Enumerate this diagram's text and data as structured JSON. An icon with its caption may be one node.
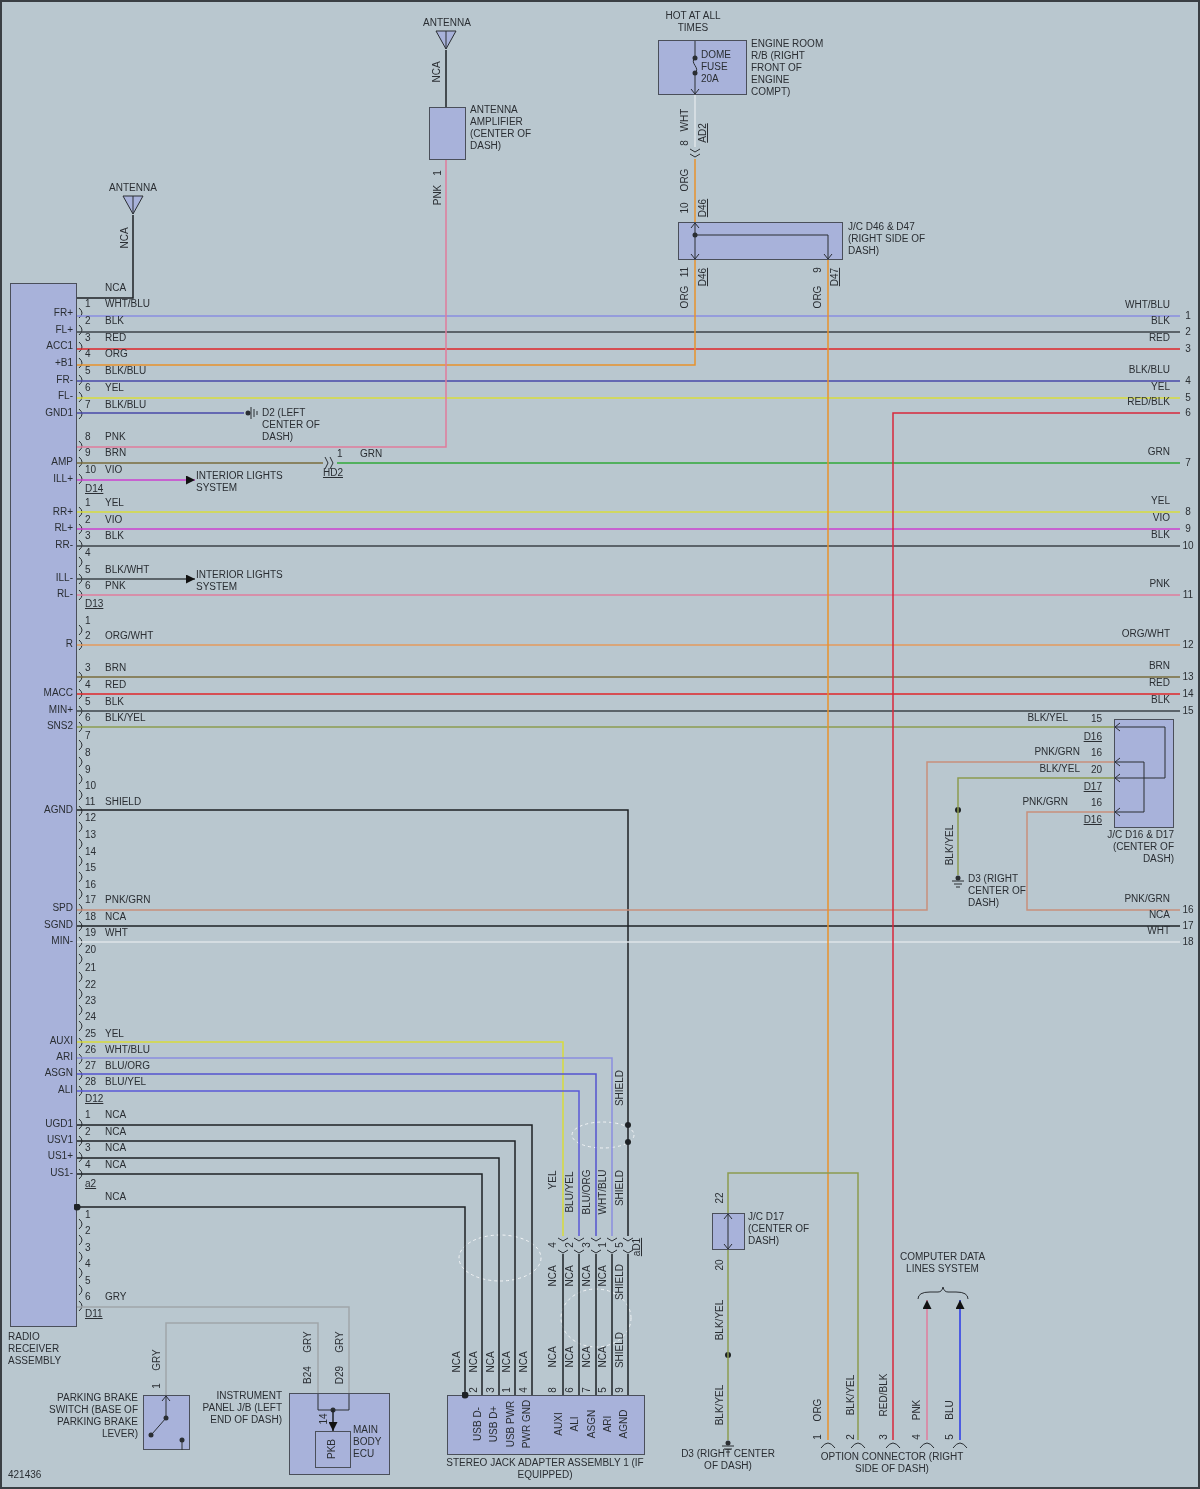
{
  "diagram": {
    "nodes": [
      {
        "text": [
          "RADIO RECEIVER ASSEMBLY",
          "FR+",
          "FL+",
          "ACC1",
          "+B1",
          "FR-",
          "FL-",
          "GND1",
          "AMP",
          "ILL+",
          "RR+",
          "RL+",
          "RR-",
          "ILL-",
          "RL-",
          "R",
          "MACC",
          "MIN+",
          "SNS2",
          "AGND",
          "SPD",
          "SGND",
          "MIN-",
          "AUXI",
          "ARI",
          "ASGN",
          "ALI",
          "UGD1",
          "USV1",
          "US1+",
          "US1-"
        ]
      },
      {
        "text": [
          "ANTENNA"
        ]
      },
      {
        "text": [
          "ANTENNA"
        ]
      },
      {
        "text": [
          "ANTENNA AMPLIFIER (CENTER OF DASH)"
        ]
      },
      {
        "text": [
          "DOME FUSE 20A",
          "ENGINE ROOM R/B (RIGHT FRONT OF ENGINE COMPT)"
        ],
        "beside": [
          "HOT AT ALL TIMES"
        ]
      },
      {
        "text": [
          "AD2"
        ]
      },
      {
        "text": [
          "J/C D46 & D47 (RIGHT SIDE OF DASH)"
        ]
      },
      {
        "text": [
          "D2 (LEFT CENTER OF DASH)"
        ]
      },
      {
        "text": [
          "HD2"
        ]
      },
      {
        "text": [
          "INTERIOR LIGHTS SYSTEM"
        ]
      },
      {
        "text": [
          "INTERIOR LIGHTS SYSTEM"
        ]
      },
      {
        "text": [
          "J/C D16 & D17 (CENTER OF DASH)"
        ]
      },
      {
        "text": [
          "D3 (RIGHT CENTER OF DASH)"
        ]
      },
      {
        "text": [
          "aD1"
        ]
      },
      {
        "text": [
          "J/C D17 (CENTER OF DASH)"
        ]
      },
      {
        "text": [
          "PARKING BRAKE SWITCH (BASE OF PARKING BRAKE LEVER)"
        ]
      },
      {
        "text": [
          "INSTRUMENT PANEL J/B (LEFT END OF DASH)"
        ]
      },
      {
        "text": [
          "PKB",
          "MAIN BODY ECU"
        ],
        "in": 16
      },
      {
        "text": [
          "STEREO JACK ADAPTER ASSEMBLY 1 (IF EQUIPPED)",
          "USB D-",
          "USB D+",
          "USB PWR",
          "PWR GND",
          "AUXI",
          "ALI",
          "ASGN",
          "ARI",
          "AGND"
        ]
      },
      {
        "text": [
          "D3 (RIGHT CENTER OF DASH)"
        ]
      },
      {
        "text": [
          "OPTION CONNECTOR (RIGHT SIDE OF DASH)"
        ]
      },
      {
        "text": [
          "COMPUTER DATA LINES SYSTEM"
        ]
      },
      {
        "text": [
          "WHT/BLU",
          "1"
        ]
      },
      {
        "text": [
          "BLK",
          "2"
        ]
      },
      {
        "text": [
          "RED",
          "3"
        ]
      },
      {
        "text": [
          "BLK/BLU",
          "4"
        ]
      },
      {
        "text": [
          "YEL",
          "5"
        ]
      },
      {
        "text": [
          "RED/BLK",
          "6"
        ]
      },
      {
        "text": [
          "GRN",
          "7"
        ]
      },
      {
        "text": [
          "YEL",
          "8"
        ]
      },
      {
        "text": [
          "VIO",
          "9"
        ]
      },
      {
        "text": [
          "BLK",
          "10"
        ]
      },
      {
        "text": [
          "PNK",
          "11"
        ]
      },
      {
        "text": [
          "ORG/WHT",
          "12"
        ]
      },
      {
        "text": [
          "BRN",
          "13"
        ]
      },
      {
        "text": [
          "RED",
          "14"
        ]
      },
      {
        "text": [
          "BLK",
          "15"
        ]
      },
      {
        "text": [
          "PNK/GRN",
          "16"
        ]
      },
      {
        "text": [
          "NCA",
          "17"
        ]
      },
      {
        "text": [
          "WHT",
          "18"
        ]
      }
    ],
    "edges": [
      {
        "from": 1,
        "to": 0,
        "arrow": "none",
        "label": "NCA"
      },
      {
        "from": 2,
        "to": 3,
        "arrow": "none",
        "label": "NCA"
      },
      {
        "from": 0,
        "to": 22,
        "arrow": "none",
        "label": "WHT/BLU",
        "color": "#8a8ee0"
      },
      {
        "from": 0,
        "to": 23,
        "arrow": "none",
        "label": "BLK",
        "color": "#3c4348"
      },
      {
        "from": 0,
        "to": 24,
        "arrow": "none",
        "label": "RED",
        "color": "#e0262a"
      },
      {
        "from": 0,
        "to": 6,
        "arrow": "none",
        "label": "ORG",
        "color": "#e8922c"
      },
      {
        "from": 0,
        "to": 25,
        "arrow": "none",
        "label": "BLK/BLU",
        "color": "#4848a8"
      },
      {
        "from": 0,
        "to": 26,
        "arrow": "none",
        "label": "YEL",
        "color": "#d8dc3c"
      },
      {
        "from": 0,
        "to": 7,
        "arrow": "none",
        "label": "BLK/BLU",
        "color": "#4848a8"
      },
      {
        "from": 0,
        "to": 3,
        "arrow": "none",
        "label": "PNK",
        "color": "#e07c9c"
      },
      {
        "from": 0,
        "to": 8,
        "arrow": "none",
        "label": "BRN",
        "color": "#7a6c3c"
      },
      {
        "from": 8,
        "to": 28,
        "arrow": "none",
        "label": "GRN",
        "color": "#30a838"
      },
      {
        "from": 0,
        "to": 9,
        "arrow": "to",
        "label": "VIO",
        "color": "#cc40d0"
      },
      {
        "from": 0,
        "to": 29,
        "arrow": "none",
        "label": "YEL",
        "color": "#d8dc3c"
      },
      {
        "from": 0,
        "to": 30,
        "arrow": "none",
        "label": "VIO",
        "color": "#cc40d0"
      },
      {
        "from": 0,
        "to": 31,
        "arrow": "none",
        "label": "BLK",
        "color": "#3c4348"
      },
      {
        "from": 0,
        "to": 10,
        "arrow": "to",
        "label": "BLK/WHT",
        "color": "#3c4348"
      },
      {
        "from": 0,
        "to": 32,
        "arrow": "none",
        "label": "PNK",
        "color": "#e07c9c"
      },
      {
        "from": 0,
        "to": 33,
        "arrow": "none",
        "label": "ORG/WHT",
        "color": "#e49a5c"
      },
      {
        "from": 0,
        "to": 34,
        "arrow": "none",
        "label": "BRN",
        "color": "#7a6c3c"
      },
      {
        "from": 0,
        "to": 35,
        "arrow": "none",
        "label": "RED",
        "color": "#e0262a"
      },
      {
        "from": 0,
        "to": 36,
        "arrow": "none",
        "label": "BLK",
        "color": "#3c4348"
      },
      {
        "from": 0,
        "to": 11,
        "arrow": "none",
        "label": "BLK/YEL",
        "color": "#8c9c50"
      },
      {
        "from": 0,
        "to": 13,
        "arrow": "none",
        "label": "SHIELD"
      },
      {
        "from": 0,
        "to": 11,
        "arrow": "none",
        "label": "PNK/GRN",
        "color": "#c8907c"
      },
      {
        "from": 0,
        "to": 38,
        "arrow": "none",
        "label": "NCA"
      },
      {
        "from": 0,
        "to": 39,
        "arrow": "none",
        "label": "WHT",
        "color": "#dfe4e8"
      },
      {
        "from": 0,
        "to": 13,
        "arrow": "none",
        "label": "YEL",
        "color": "#d8dc3c"
      },
      {
        "from": 0,
        "to": 13,
        "arrow": "none",
        "label": "WHT/BLU",
        "color": "#8a8ee0"
      },
      {
        "from": 0,
        "to": 13,
        "arrow": "none",
        "label": "BLU/ORG",
        "color": "#5454d0"
      },
      {
        "from": 0,
        "to": 13,
        "arrow": "none",
        "label": "BLU/YEL",
        "color": "#5a5ad8"
      },
      {
        "from": 0,
        "to": 18,
        "arrow": "none",
        "label": "NCA"
      },
      {
        "from": 0,
        "to": 18,
        "arrow": "none",
        "label": "NCA"
      },
      {
        "from": 0,
        "to": 18,
        "arrow": "none",
        "label": "NCA"
      },
      {
        "from": 0,
        "to": 18,
        "arrow": "none",
        "label": "NCA"
      },
      {
        "from": 0,
        "to": 18,
        "arrow": "other",
        "label": "NCA"
      },
      {
        "from": 0,
        "to": 16,
        "arrow": "none",
        "label": "GRY",
        "color": "#a0a6aa"
      },
      {
        "from": 15,
        "to": 16,
        "arrow": "none",
        "label": "GRY",
        "color": "#a0a6aa"
      },
      {
        "from": 4,
        "to": 5,
        "arrow": "none",
        "label": "WHT",
        "color": "#dfe4e8"
      },
      {
        "from": 5,
        "to": 6,
        "arrow": "none",
        "label": "ORG",
        "color": "#e8922c"
      },
      {
        "from": 6,
        "to": 20,
        "arrow": "none",
        "label": "ORG",
        "color": "#e8922c"
      },
      {
        "from": 11,
        "to": 12,
        "arrow": "none",
        "label": "BLK/YEL",
        "color": "#8c9c50"
      },
      {
        "from": 11,
        "to": 37,
        "arrow": "none",
        "label": "PNK/GRN",
        "color": "#c8907c"
      },
      {
        "from": 13,
        "to": 18,
        "arrow": "none",
        "label": "NCA"
      },
      {
        "from": 13,
        "to": 18,
        "arrow": "none",
        "label": "NCA"
      },
      {
        "from": 13,
        "to": 18,
        "arrow": "none",
        "label": "NCA"
      },
      {
        "from": 13,
        "to": 18,
        "arrow": "none",
        "label": "NCA"
      },
      {
        "from": 13,
        "to": 18,
        "arrow": "none",
        "label": "SHIELD"
      },
      {
        "from": 14,
        "to": 20,
        "arrow": "none",
        "label": "BLK/YEL",
        "color": "#8c9c50"
      },
      {
        "from": 14,
        "to": 19,
        "arrow": "none",
        "label": "BLK/YEL",
        "color": "#8c9c50"
      },
      {
        "from": 20,
        "to": 27,
        "arrow": "none",
        "label": "RED/BLK",
        "color": "#d8283c"
      },
      {
        "from": 20,
        "to": 21,
        "arrow": "to",
        "label": "PNK",
        "color": "#e07c9c"
      },
      {
        "from": 20,
        "to": 21,
        "arrow": "to",
        "label": "BLU",
        "color": "#2838e8"
      },
      {
        "from": 16,
        "to": 17,
        "arrow": "to",
        "label": "14"
      }
    ],
    "labels": [
      "NCA",
      "1",
      "2",
      "3",
      "4",
      "5",
      "6",
      "7",
      "8",
      "9",
      "10",
      "D14",
      "1",
      "2",
      "3",
      "4",
      "5",
      "6",
      "D13",
      "1",
      "2",
      "3",
      "4",
      "5",
      "6",
      "7",
      "8",
      "9",
      "10",
      "11",
      "12",
      "13",
      "14",
      "15",
      "16",
      "17",
      "18",
      "19",
      "20",
      "21",
      "22",
      "23",
      "24",
      "25",
      "26",
      "27",
      "28",
      "D12",
      "1",
      "2",
      "3",
      "4",
      "a2",
      "1",
      "2",
      "3",
      "4",
      "5",
      "6",
      "D11",
      "1",
      "PNK",
      "8",
      "10",
      "D46",
      "11",
      "D46",
      "ORG",
      "9",
      "D47",
      "1",
      "BLK/YEL",
      "15",
      "D16",
      "PNK/GRN",
      "16",
      "20",
      "D17",
      "16",
      "D16",
      "BLK/YEL",
      "SHIELD",
      "YEL",
      "BLU/YEL",
      "BLU/ORG",
      "WHT/BLU",
      "SHIELD",
      "4",
      "2",
      "3",
      "1",
      "5",
      "NCA",
      "NCA",
      "NCA",
      "NCA",
      "SHIELD",
      "NCA",
      "NCA",
      "NCA",
      "NCA",
      "NCA",
      "2",
      "3",
      "1",
      "4",
      "8",
      "6",
      "7",
      "5",
      "9",
      "1",
      "B24",
      "GRY",
      "D29",
      "GRY",
      "22",
      "20",
      "BLK/YEL",
      "ORG",
      "1",
      "2",
      "3",
      "4",
      "5",
      "421436"
    ]
  }
}
